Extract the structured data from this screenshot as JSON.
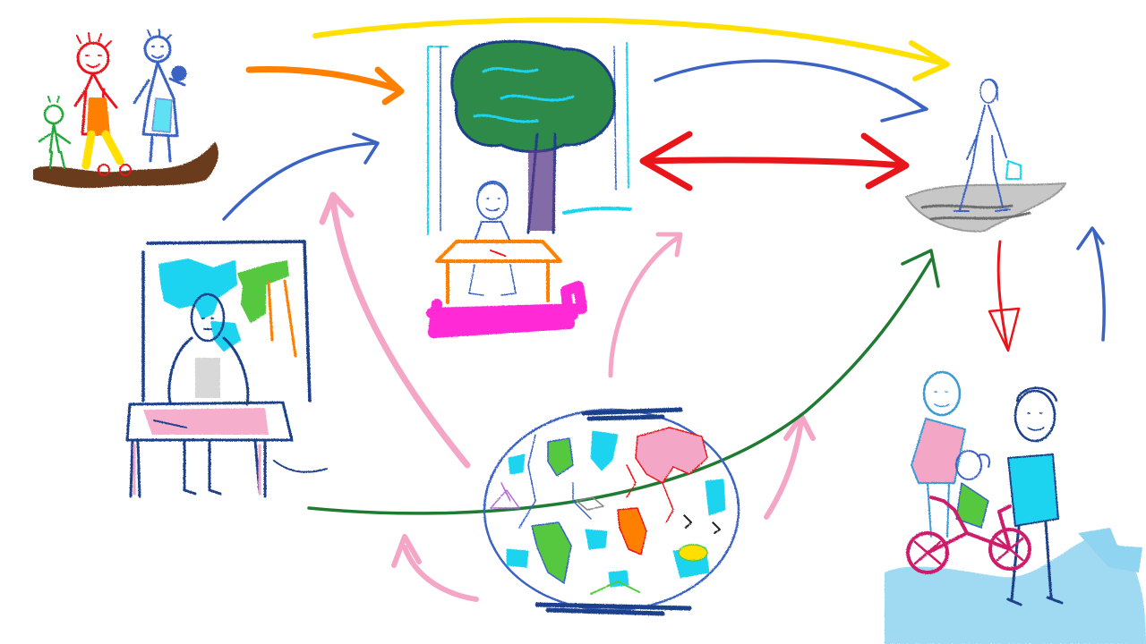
{
  "scene": {
    "background": "#ffffff"
  },
  "nodes": [
    {
      "id": "family",
      "icon": "family-doodle-icon"
    },
    {
      "id": "child-at-desk-under-tree",
      "icon": "child-desk-tree-icon"
    },
    {
      "id": "woman-walking",
      "icon": "woman-walking-icon"
    },
    {
      "id": "teacher-at-map",
      "icon": "teacher-map-icon"
    },
    {
      "id": "world-globe",
      "icon": "world-globe-icon"
    },
    {
      "id": "family-with-bike",
      "icon": "family-bike-icon"
    }
  ],
  "arrows": [
    {
      "from": "family",
      "to": "child-at-desk-under-tree",
      "color": "#ff7f00"
    },
    {
      "from": "family",
      "to": "woman-walking",
      "color": "#ffe000"
    },
    {
      "from": "child-at-desk-under-tree",
      "to": "woman-walking",
      "color": "#3a63c4"
    },
    {
      "from": "child-at-desk-under-tree",
      "to": "woman-walking",
      "color": "#e8161b",
      "bidirectional": true
    },
    {
      "from": "woman-walking",
      "to": "family-with-bike",
      "color": "#e8161b"
    },
    {
      "from": "family-with-bike",
      "to": "woman-walking",
      "color": "#3a63c4"
    },
    {
      "from": "teacher-at-map",
      "to": "child-at-desk-under-tree",
      "color": "#3a63c4"
    },
    {
      "from": "world-globe",
      "to": "child-at-desk-under-tree",
      "color": "#f4a6c6"
    },
    {
      "from": "world-globe",
      "to": "child-at-desk-under-tree",
      "color": "#f4a6c6"
    },
    {
      "from": "world-globe",
      "to": "teacher-at-map",
      "color": "#f4a6c6"
    },
    {
      "from": "world-globe",
      "to": "family-with-bike",
      "color": "#f4a6c6"
    },
    {
      "from": "teacher-at-map",
      "to": "woman-walking",
      "color": "#1f7a32"
    }
  ],
  "colors": {
    "orange": "#ff7f00",
    "yellow": "#ffe000",
    "blue": "#3a63c4",
    "red": "#e8161b",
    "pink": "#f4a6c6",
    "green": "#1f7a32",
    "magenta": "#ff2bd6",
    "cyan": "#1bd4f0",
    "navy": "#1c3f8a",
    "brown": "#6b3a1a"
  }
}
